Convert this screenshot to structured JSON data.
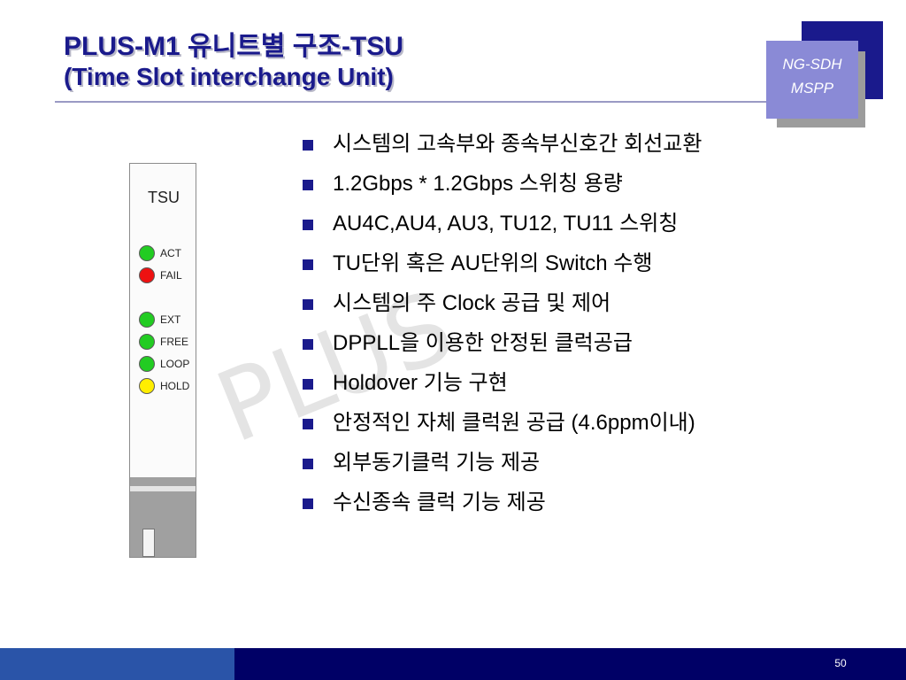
{
  "title": {
    "line1": "PLUS-M1 유니트별 구조-TSU",
    "line2": "(Time Slot interchange Unit)"
  },
  "badge": {
    "line1": "NG-SDH",
    "line2": "MSPP"
  },
  "panel": {
    "label": "TSU",
    "leds": [
      {
        "label": "ACT",
        "color": "#22cc22"
      },
      {
        "label": "FAIL",
        "color": "#ee1111"
      },
      {
        "label": "EXT",
        "color": "#22cc22"
      },
      {
        "label": "FREE",
        "color": "#22cc22"
      },
      {
        "label": "LOOP",
        "color": "#22cc22"
      },
      {
        "label": "HOLD",
        "color": "#ffee00"
      }
    ]
  },
  "watermark": "PLUS",
  "bullets": [
    "시스템의 고속부와 종속부신호간 회선교환",
    "1.2Gbps * 1.2Gbps 스위칭 용량",
    "AU4C,AU4, AU3, TU12, TU11 스위칭",
    "TU단위 혹은 AU단위의 Switch 수행",
    "시스템의 주 Clock 공급 및 제어",
    "DPPLL을 이용한 안정된 클럭공급",
    "Holdover 기능 구현",
    "안정적인 자체 클럭원 공급 (4.6ppm이내)",
    "외부동기클럭 기능 제공",
    "수신종속 클럭 기능 제공"
  ],
  "page_number": "50",
  "colors": {
    "title": "#1a1a8c",
    "bullet": "#1a1a8c",
    "footer": "#000066",
    "footer_accent": "#2a54a8",
    "badge": "#8a8ad6"
  }
}
